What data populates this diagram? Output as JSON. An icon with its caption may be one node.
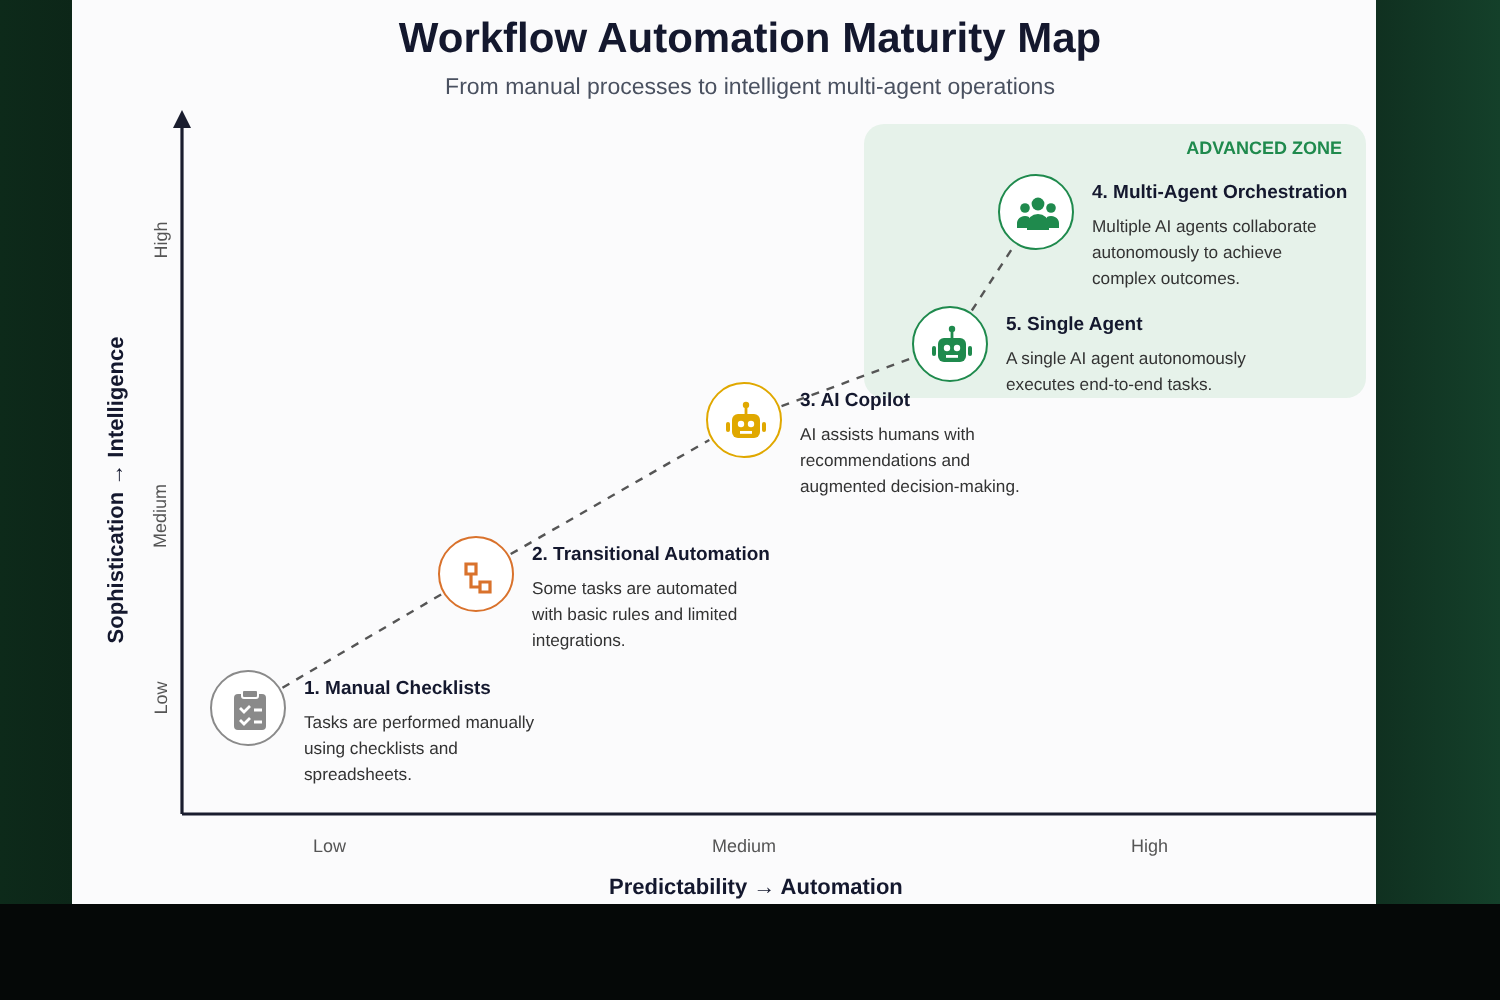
{
  "diagram": {
    "title": "Workflow Automation Maturity Map",
    "caption": "From manual processes to intelligent multi-agent operations",
    "nodes": [
      {
        "text": [
          "ADVANCED ZONE"
        ]
      },
      {
        "text": [
          "1. Manual Checklists",
          "Tasks are performed manually using checklists and spreadsheets."
        ]
      },
      {
        "text": [
          "2. Transitional Automation",
          "Some tasks are automated with basic rules and limited integrations."
        ]
      },
      {
        "text": [
          "3. AI Copilot",
          "AI assists humans with recommendations and augmented decision-making."
        ]
      },
      {
        "text": [
          "4. Multi-Agent Orchestration",
          "Multiple AI agents collaborate autonomously to achieve complex outcomes."
        ],
        "in": 0
      },
      {
        "text": [
          "5. Single Agent",
          "A single AI agent autonomously executes end-to-end tasks."
        ],
        "in": 0
      }
    ],
    "edges": [
      {
        "from": 1,
        "to": 2,
        "arrow": "none",
        "style": "dashed"
      },
      {
        "from": 2,
        "to": 3,
        "arrow": "none",
        "style": "dashed"
      },
      {
        "from": 3,
        "to": 5,
        "arrow": "none",
        "style": "dashed"
      },
      {
        "from": 5,
        "to": 4,
        "arrow": "none",
        "style": "dashed"
      }
    ],
    "labels": [
      "High",
      "Medium",
      "Low",
      "Sophistication → Intelligence",
      "Low",
      "Medium",
      "High",
      "Predictability → Automation"
    ]
  }
}
